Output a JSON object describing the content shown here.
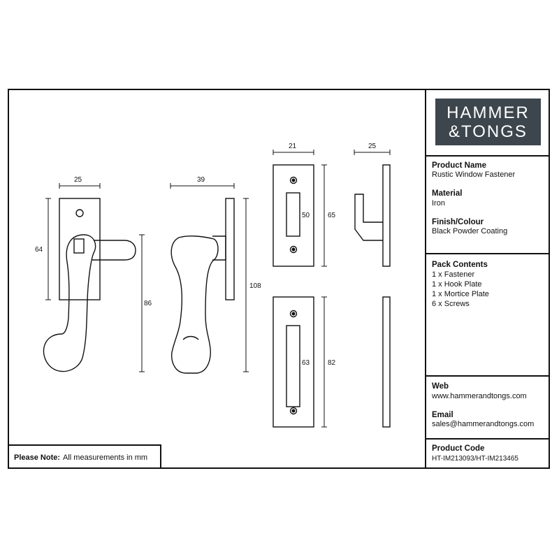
{
  "brand": {
    "line1": "HAMMER",
    "line2": "&TONGS"
  },
  "product": {
    "name_label": "Product Name",
    "name_value": "Rustic Window Fastener",
    "material_label": "Material",
    "material_value": "Iron",
    "finish_label": "Finish/Colour",
    "finish_value": "Black Powder Coating"
  },
  "pack": {
    "label": "Pack Contents",
    "items": [
      "1 x Fastener",
      "1 x Hook Plate",
      "1 x Mortice Plate",
      "6 x Screws"
    ]
  },
  "contact": {
    "web_label": "Web",
    "web_value": "www.hammerandtongs.com",
    "email_label": "Email",
    "email_value": "sales@hammerandtongs.com",
    "code_label": "Product Code",
    "code_value": "HT-IM213093/HT-IM213465"
  },
  "note": {
    "label": "Please Note:",
    "text": "All measurements in mm"
  },
  "dimensions": {
    "front_width": "25",
    "front_height": "64",
    "front_total": "86",
    "side_width": "39",
    "side_total": "108",
    "hook_plate_width": "21",
    "hook_slot": "50",
    "hook_plate_height": "65",
    "hook_side_width": "25",
    "mortice_slot": "63",
    "mortice_height": "82"
  }
}
